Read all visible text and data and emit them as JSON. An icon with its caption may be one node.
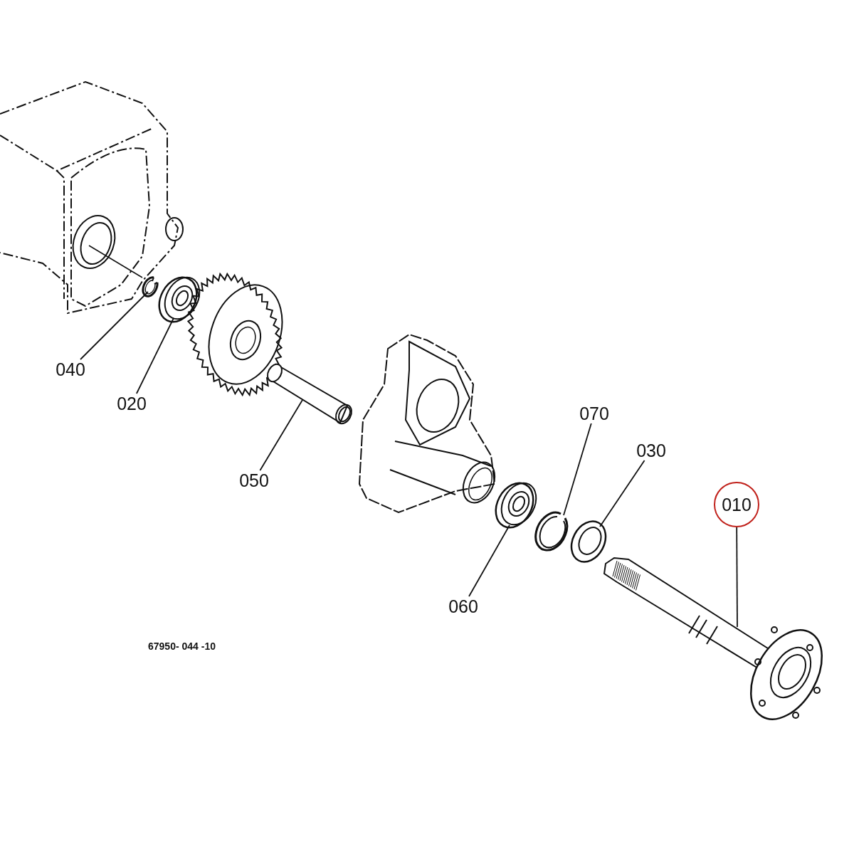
{
  "diagram": {
    "nodes": [
      {
        "text": [
          "040"
        ]
      },
      {
        "text": [
          "020"
        ]
      },
      {
        "text": [
          "070"
        ]
      },
      {
        "text": [
          "030"
        ]
      },
      {
        "text": [
          "050"
        ]
      },
      {
        "text": [
          "010"
        ]
      },
      {
        "text": [
          "060"
        ]
      },
      {
        "text": [],
        "shape": "picture"
      },
      {
        "text": [],
        "shape": "picture"
      },
      {
        "text": [],
        "shape": "picture"
      },
      {
        "text": [],
        "shape": "picture"
      },
      {
        "text": [],
        "shape": "picture"
      },
      {
        "text": [],
        "shape": "picture"
      },
      {
        "text": [],
        "shape": "picture"
      }
    ],
    "edges": [
      {
        "from": 0,
        "to": 7,
        "arrow": "none"
      },
      {
        "from": 1,
        "to": 8,
        "arrow": "none"
      },
      {
        "from": 2,
        "to": 9,
        "arrow": "none"
      },
      {
        "from": 3,
        "to": 10,
        "arrow": "none"
      },
      {
        "from": 4,
        "to": 11,
        "arrow": "none"
      },
      {
        "from": 5,
        "to": 12,
        "arrow": "none"
      },
      {
        "from": 6,
        "to": 13,
        "arrow": "none"
      }
    ],
    "labels": [
      "67950- 044 -10"
    ]
  }
}
